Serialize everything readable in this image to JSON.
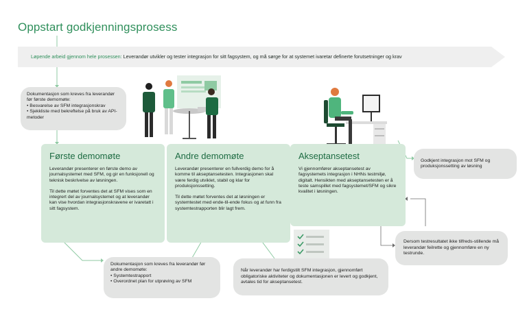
{
  "title": "Oppstart godkjenningsprosess",
  "banner": {
    "lead": "Løpende arbeid gjennom hele prosessen:",
    "text": " Leverandør utvikler og tester integrasjon for sitt fagsystem, og må sørge for at systemet ivaretar definerte forutsetninger og krav"
  },
  "doc_first": {
    "intro": "Dokumentasjon som kreves fra leverandør før første demomøte:",
    "items": [
      "Besvarelse av SFM integrasjonskrav",
      "Sjekkliste med bekreftelse på bruk av API-metoder"
    ]
  },
  "first_meeting": {
    "heading": "Første demomøte",
    "p1": "Leverandør presenterer en første demo av journalsystemet med SFM, og gir en funksjonell og teknisk beskrivelse av løsningen.",
    "p2": "Til dette møtet forventes det at SFM vises som en integrert del av journalsystemet og at leverandør kan vise hvordan integrasjonskravene er ivaretatt i sitt fagsystem."
  },
  "second_meeting": {
    "heading": "Andre demomøte",
    "p1": "Leverandør presenterer en fullverdig demo for å komme til akseptansetesten. Integrasjonen skal være ferdig utviklet, stabil og klar for produksjonssetting.",
    "p2": "Til dette møtet forventes det at løsningen er systemtestet med ende-til-ende fokus og at funn fra systemtestrapporten blir lagt frem."
  },
  "acceptance": {
    "heading": "Akseptansetest",
    "p1": "Vi gjennomfører akseptansetest av fagsystemets integrasjon i NHNs testmiljø, digitalt. Hensikten med akseptansetesten er å teste samspillet med fagsystemet/SFM og sikre kvalitet i løsningen."
  },
  "approved": "Godkjent integrasjon mot SFM og produksjonssetting av løsning",
  "doc_second": {
    "intro": "Dokumentasjon som kreves fra leverandør før andre demomøte:",
    "items": [
      "Systemtestrapport",
      "Overordnet plan for utprøving av SFM"
    ]
  },
  "ready_note": "Når leverandør har ferdigstilt SFM integrasjon, gjennomført obligatoriske aktiviteter og dokumentasjonen er levert og godkjent, avtales tid for akseptansetest.",
  "fail_note": "Dersom testresultatet ikke tilfreds-stillende må leverandør feilrette og gjennomføre en ny testrunde.",
  "colors": {
    "accent": "#2f8f5b",
    "green_box": "#d5e9da",
    "grey_box": "#e3e4e3"
  }
}
